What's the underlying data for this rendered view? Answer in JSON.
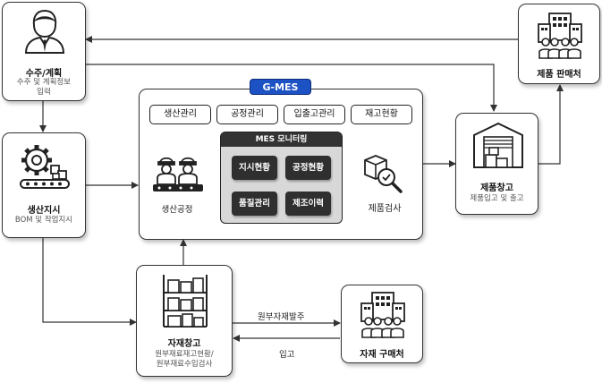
{
  "nodes": {
    "order": {
      "title": "수주/계획",
      "sub1": "수주 및 계획정보",
      "sub2": "입력"
    },
    "production_order": {
      "title": "생산지시",
      "sub1": "BOM 및 작업지시"
    },
    "material_warehouse": {
      "title": "자재창고",
      "sub1": "원부재료재고현황/",
      "sub2": "원부재료수입검사"
    },
    "material_supplier": {
      "title": "자재 구매처"
    },
    "product_seller": {
      "title": "제품 판매처"
    },
    "product_warehouse": {
      "title": "제품창고",
      "sub1": "제품입고 및 출고"
    }
  },
  "gmes": {
    "badge": "G-MES",
    "menus": [
      "생산관리",
      "공정관리",
      "입출고관리",
      "재고현황"
    ],
    "production_process": "생산공정",
    "product_inspection": "제품검사",
    "monitor": {
      "title": "MES 모니터링",
      "buttons": [
        "지시현황",
        "공정현황",
        "품질관리",
        "제조이력"
      ]
    }
  },
  "edges": {
    "raw_order": "원부자재발주",
    "receipt": "입고"
  }
}
